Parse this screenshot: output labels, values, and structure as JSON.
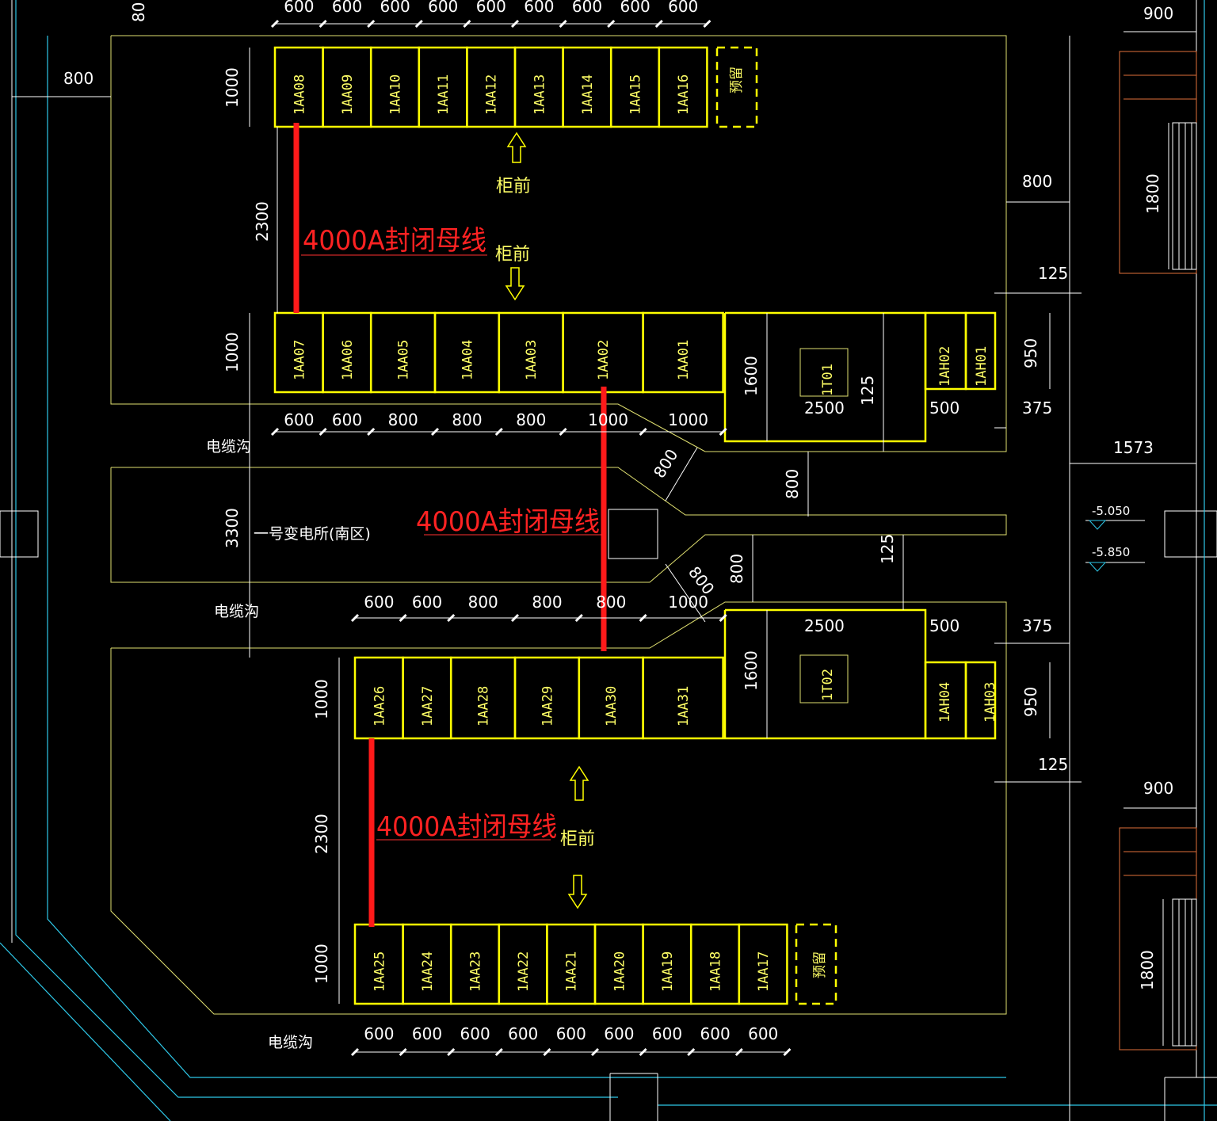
{
  "room_name": "一号变电所(南区)",
  "cable_trench": "电缆沟",
  "cabinet_front": "柜前",
  "busbar_label": "4000A封闭母线",
  "reserved": "预留",
  "levels": [
    "-5.050",
    "-5.850"
  ],
  "rows": {
    "top": {
      "cabinets": [
        "1AA08",
        "1AA09",
        "1AA10",
        "1AA11",
        "1AA12",
        "1AA13",
        "1AA14",
        "1AA15",
        "1AA16"
      ],
      "widths": [
        "600",
        "600",
        "600",
        "600",
        "600",
        "600",
        "600",
        "600",
        "600"
      ],
      "depth": "1000"
    },
    "upper": {
      "cabinets": [
        "1AA07",
        "1AA06",
        "1AA05",
        "1AA04",
        "1AA03",
        "1AA02",
        "1AA01"
      ],
      "widths": [
        "600",
        "600",
        "800",
        "800",
        "800",
        "1000",
        "1000"
      ],
      "depth": "1000",
      "transformer": "1T01",
      "ah": [
        "1AH02",
        "1AH01"
      ]
    },
    "lower": {
      "cabinets": [
        "1AA26",
        "1AA27",
        "1AA28",
        "1AA29",
        "1AA30",
        "1AA31"
      ],
      "widths": [
        "600",
        "600",
        "800",
        "800",
        "800",
        "1000"
      ],
      "depth": "1000",
      "transformer": "1T02",
      "ah": [
        "1AH04",
        "1AH03"
      ]
    },
    "bottom": {
      "cabinets": [
        "1AA25",
        "1AA24",
        "1AA23",
        "1AA22",
        "1AA21",
        "1AA20",
        "1AA19",
        "1AA18",
        "1AA17"
      ],
      "widths": [
        "600",
        "600",
        "600",
        "600",
        "600",
        "600",
        "600",
        "600",
        "600"
      ],
      "depth": "1000"
    }
  },
  "dims": {
    "d800": "800",
    "d900": "900",
    "d1800": "1800",
    "d2300": "2300",
    "d3300": "3300",
    "d125": "125",
    "d950": "950",
    "d1600": "1600",
    "d2500": "2500",
    "d500": "500",
    "d375": "375",
    "d1573": "1573",
    "d1000": "1000",
    "d80": "80"
  }
}
